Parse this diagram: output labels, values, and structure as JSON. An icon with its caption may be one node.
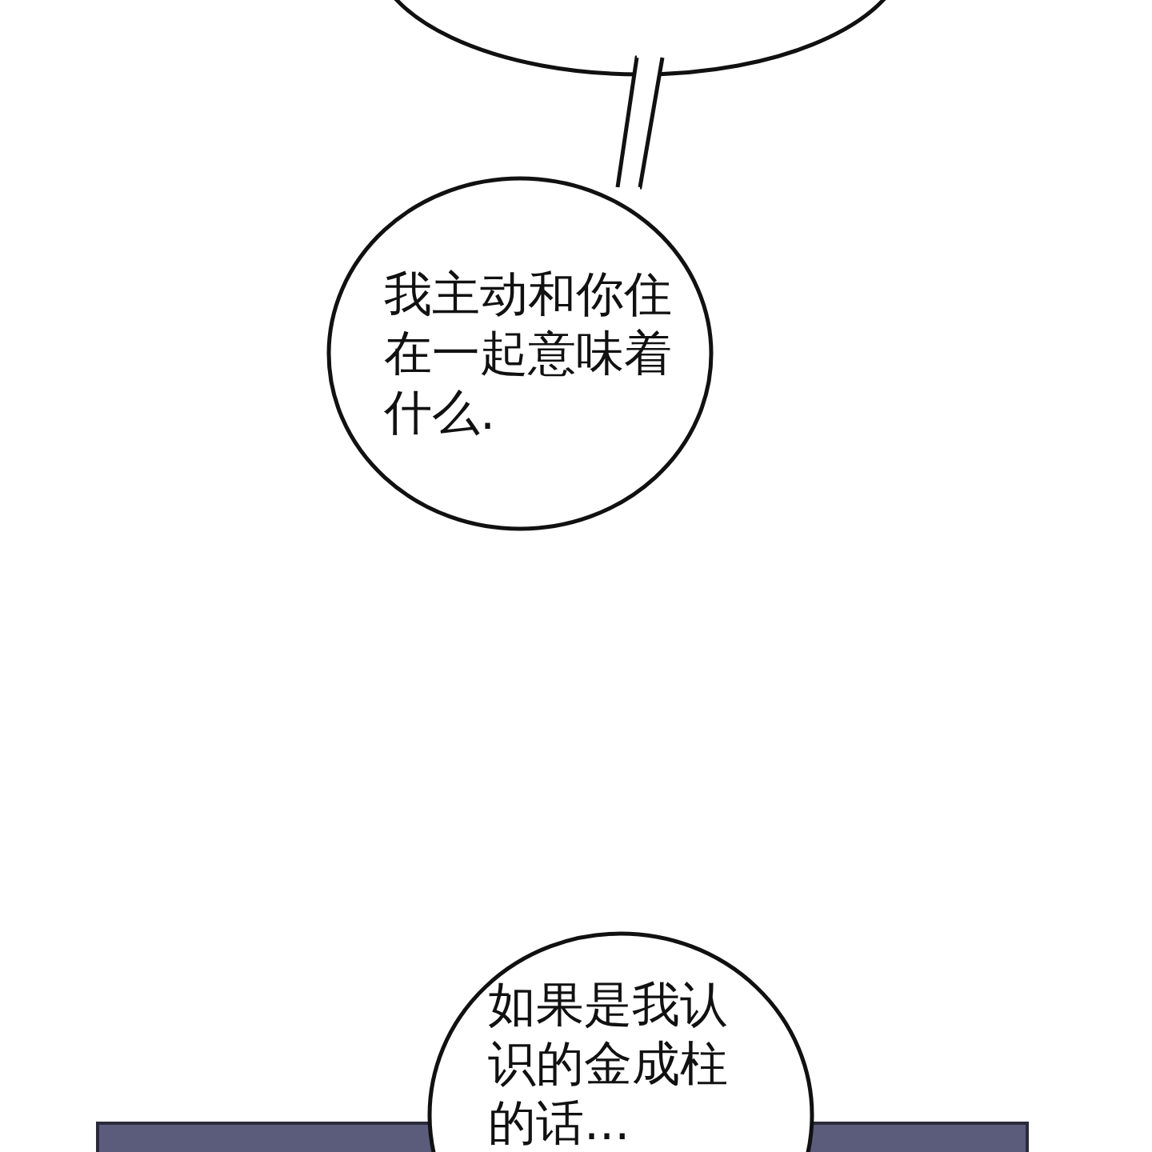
{
  "diagram": {
    "nodes": [
      {
        "text": [],
        "shape": "bubble"
      },
      {
        "text": [
          "我主动和你住在一起意味着什么."
        ]
      },
      {
        "text": [
          "如果是我认识的金成柱的话..."
        ]
      }
    ],
    "edges": [
      {
        "from": 0,
        "to": 1,
        "arrow": "none"
      }
    ]
  }
}
